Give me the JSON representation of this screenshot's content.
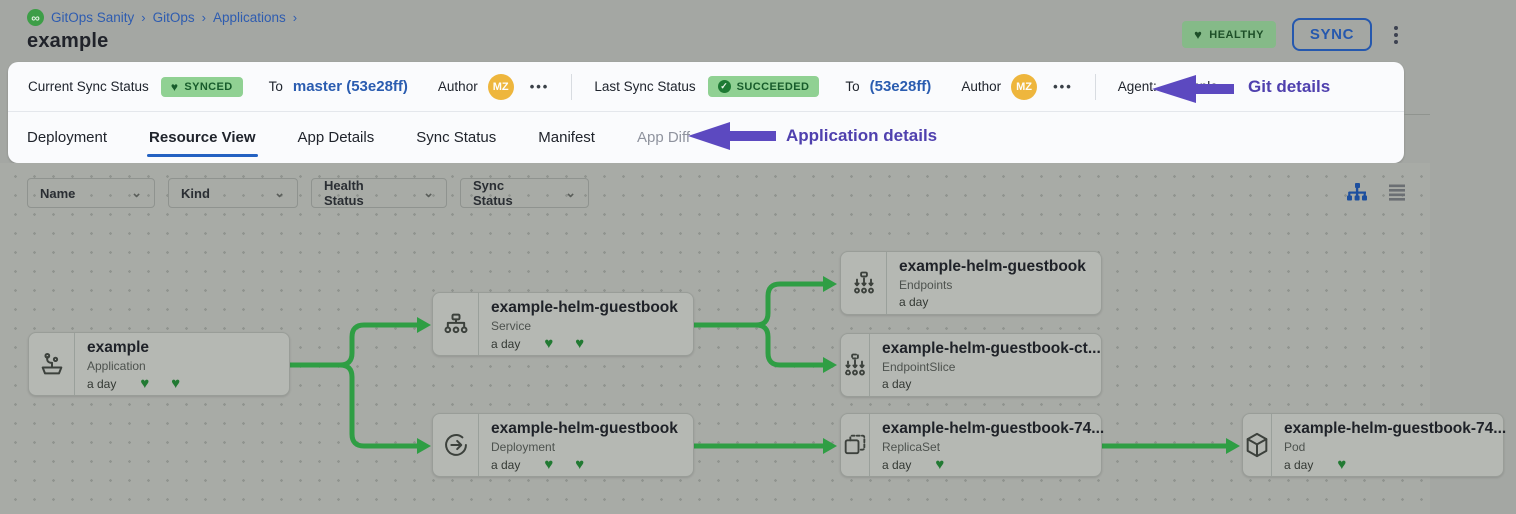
{
  "colors": {
    "accent_blue": "#2a5cb0",
    "edge_green": "#2f9e44",
    "heart_green": "#227a33",
    "badge_green_bg": "#90d193",
    "badge_green_text": "#175c2b",
    "annotation_purple": "#5c49c0",
    "avatar_orange": "#eeb63d"
  },
  "icons": {
    "heart": "♥",
    "check": "✓",
    "chevron_down": "⌄",
    "ellipsis": "•••",
    "infinity": "∞",
    "breadcrumb_sep": "›"
  },
  "breadcrumb": {
    "items": [
      {
        "label": "GitOps Sanity"
      },
      {
        "label": "GitOps"
      },
      {
        "label": "Applications"
      }
    ]
  },
  "page_title": "example",
  "header_actions": {
    "health_badge": "HEALTHY",
    "sync_button": "SYNC"
  },
  "sync_bar": {
    "current": {
      "label": "Current Sync Status",
      "badge": "SYNCED",
      "to_label": "To",
      "revision": "master (53e28ff)",
      "author_label": "Author",
      "avatar_initials": "MZ"
    },
    "last": {
      "label": "Last Sync Status",
      "badge": "SUCCEEDED",
      "to_label": "To",
      "revision": "(53e28ff)",
      "author_label": "Author",
      "avatar_initials": "MZ"
    },
    "agent": {
      "label": "Agent:",
      "value": "example"
    },
    "annotation": "Git details"
  },
  "tabs": {
    "items": [
      {
        "label": "Deployment"
      },
      {
        "label": "Resource View"
      },
      {
        "label": "App Details"
      },
      {
        "label": "Sync Status"
      },
      {
        "label": "Manifest"
      },
      {
        "label": "App Diff"
      }
    ],
    "active": "Resource View",
    "annotation": "Application details"
  },
  "filters": {
    "name": "Name",
    "kind": "Kind",
    "health_status": "Health Status",
    "sync_status": "Sync Status"
  },
  "graph": {
    "nodes": [
      {
        "title": "example",
        "kind": "Application",
        "age": "a day",
        "hearts": 2
      },
      {
        "title": "example-helm-guestbook",
        "kind": "Service",
        "age": "a day",
        "hearts": 2
      },
      {
        "title": "example-helm-guestbook",
        "kind": "Deployment",
        "age": "a day",
        "hearts": 2
      },
      {
        "title": "example-helm-guestbook",
        "kind": "Endpoints",
        "age": "a day",
        "hearts": 0
      },
      {
        "title": "example-helm-guestbook-ct...",
        "kind": "EndpointSlice",
        "age": "a day",
        "hearts": 0
      },
      {
        "title": "example-helm-guestbook-74...",
        "kind": "ReplicaSet",
        "age": "a day",
        "hearts": 1
      },
      {
        "title": "example-helm-guestbook-74...",
        "kind": "Pod",
        "age": "a day",
        "hearts": 1
      }
    ]
  }
}
